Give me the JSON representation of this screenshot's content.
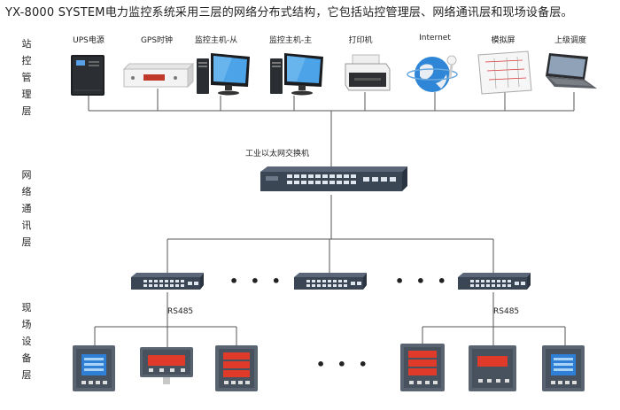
{
  "title": "YX-8000 SYSTEM电力监控系统采用三层的网络分布式结构，它包括站控管理层、网络通讯层和现场设备层。",
  "layers": [
    {
      "label": "站控管理层",
      "chars": [
        "站",
        "控",
        "管",
        "理",
        "层"
      ]
    },
    {
      "label": "网络通讯层",
      "chars": [
        "网",
        "络",
        "通",
        "讯",
        "层"
      ]
    },
    {
      "label": "现场设备层",
      "chars": [
        "现",
        "场",
        "设",
        "备",
        "层"
      ]
    }
  ],
  "station_devices": [
    {
      "label": "UPS电源",
      "icon": "ups-icon"
    },
    {
      "label": "GPS时钟",
      "icon": "gps-clock-icon"
    },
    {
      "label": "监控主机-从",
      "icon": "monitor-host-icon"
    },
    {
      "label": "监控主机-主",
      "icon": "monitor-host-icon"
    },
    {
      "label": "打印机",
      "icon": "printer-icon"
    },
    {
      "label": "Internet",
      "icon": "internet-globe-icon"
    },
    {
      "label": "模拟屏",
      "icon": "simulation-screen-icon"
    },
    {
      "label": "上级调度",
      "icon": "laptop-icon"
    }
  ],
  "core_switch_label": "工业以太网交换机",
  "bus_labels": [
    "RS485",
    "RS485"
  ],
  "ellipsis": "• • •",
  "colors": {
    "line": "#555555",
    "switch_body": "#3a4654",
    "port": "#dfe6ee",
    "meter_face": "#5a6470",
    "display_blue": "#2f7fd6",
    "display_red": "#e03a2a"
  }
}
